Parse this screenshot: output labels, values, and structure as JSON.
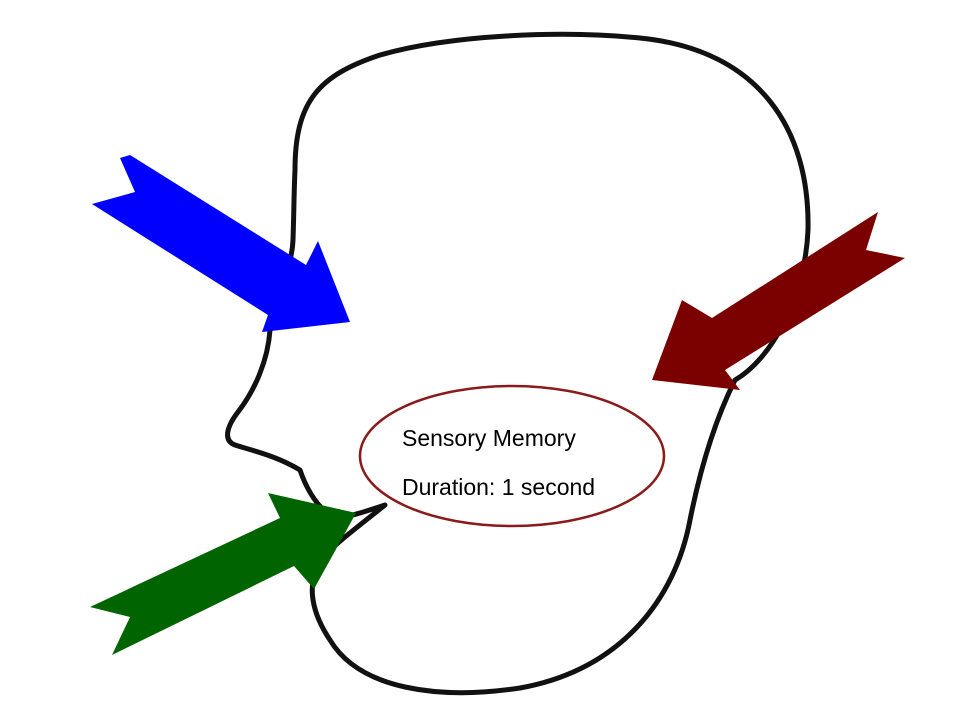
{
  "memory_box": {
    "title": "Sensory Memory",
    "duration": "Duration:  1 second"
  },
  "colors": {
    "head_outline": "#111111",
    "arrow_top_left": "#0000ff",
    "arrow_bottom_left": "#006400",
    "arrow_right": "#7b0000",
    "ellipse_outline": "#8b1a1a",
    "background": "#ffffff"
  },
  "icons": [
    "head-profile-outline",
    "arrow-icon",
    "arrow-icon",
    "arrow-icon"
  ]
}
